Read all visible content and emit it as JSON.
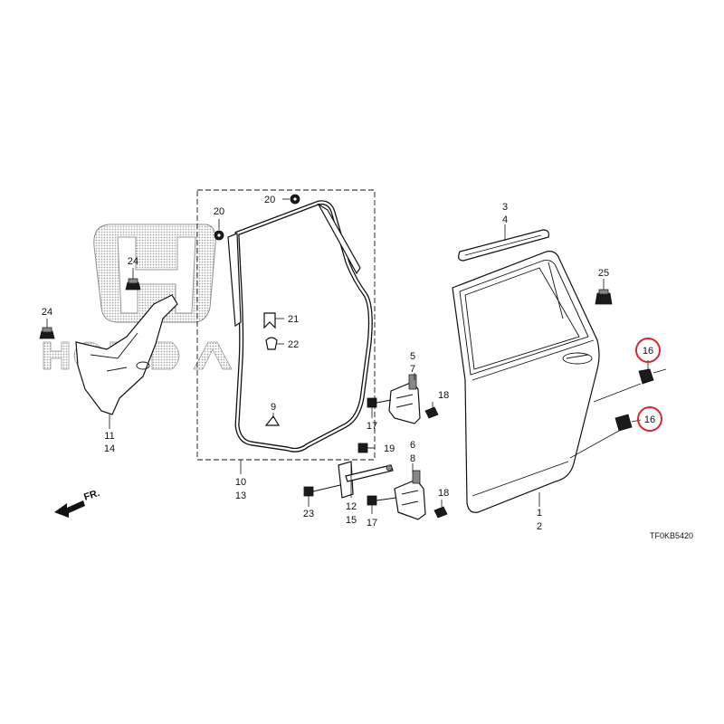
{
  "callouts": {
    "c1": "1",
    "c2": "2",
    "c3": "3",
    "c4": "4",
    "c5": "5",
    "c6": "6",
    "c7": "7",
    "c8": "8",
    "c9": "9",
    "c10": "10",
    "c11": "11",
    "c12": "12",
    "c13": "13",
    "c14": "14",
    "c15": "15",
    "c16a": "16",
    "c16b": "16",
    "c17a": "17",
    "c17b": "17",
    "c18a": "18",
    "c18b": "18",
    "c19": "19",
    "c20a": "20",
    "c20b": "20",
    "c21": "21",
    "c22": "22",
    "c23": "23",
    "c24a": "24",
    "c24b": "24",
    "c25": "25"
  },
  "direction_label": "FR.",
  "diagram_code": "TF0KB5420",
  "watermark_text": "HONDA",
  "colors": {
    "line": "#111111",
    "highlight": "#d9262c",
    "watermark": "#9a9a9a"
  }
}
